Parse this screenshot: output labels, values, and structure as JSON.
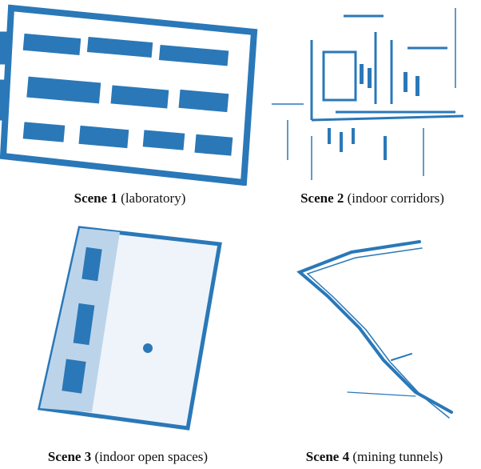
{
  "figure": {
    "point_color": "#2a78b8",
    "panels": [
      {
        "scene": "Scene 1",
        "description": "(laboratory)"
      },
      {
        "scene": "Scene 2",
        "description": "(indoor corridors)"
      },
      {
        "scene": "Scene 3",
        "description": "(indoor open spaces)"
      },
      {
        "scene": "Scene 4",
        "description": "(mining tunnels)"
      }
    ]
  }
}
